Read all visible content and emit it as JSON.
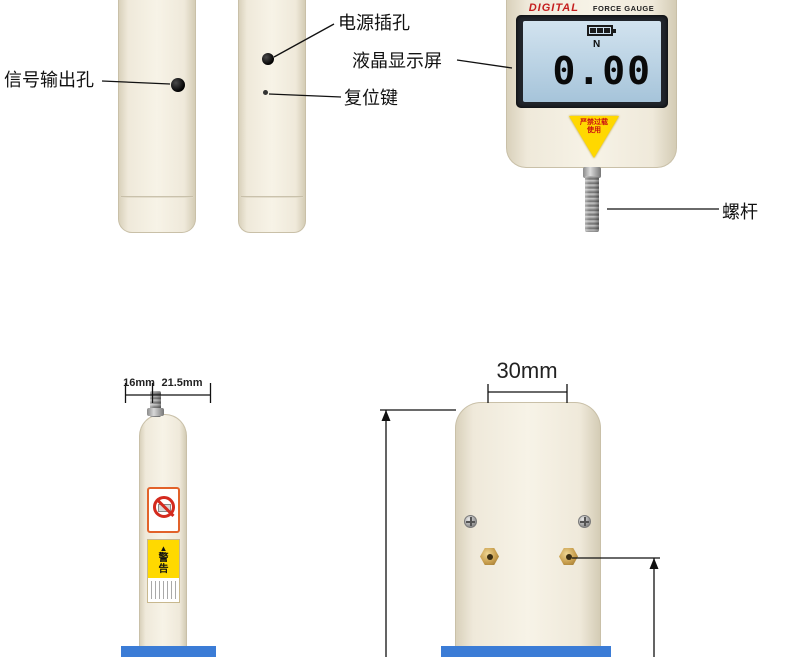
{
  "callouts": {
    "power_socket": "电源插孔",
    "lcd_screen": "液晶显示屏",
    "reset_key": "复位键",
    "signal_output": "信号输出孔",
    "screw_rod": "螺杆"
  },
  "gauge": {
    "brand_red": "DIGITAL",
    "brand_black": "FORCE GAUGE",
    "unit": "N",
    "reading": "0.00",
    "overload_line1": "严禁过载",
    "overload_line2": "使用"
  },
  "dimensions": {
    "screw_length": "16mm",
    "body_depth": "21.5mm",
    "hole_spacing": "30mm"
  },
  "stickers": {
    "warning_title": "警告"
  },
  "icons": {
    "warning_triangle": "▲",
    "battery_level": "battery-level-icon",
    "prohibition": "no-battery-prohibition-icon",
    "phillips_screw": "phillips-screw-icon",
    "hex_nut": "hex-nut-icon"
  },
  "colors": {
    "device_body": "#f3eedf",
    "lcd_screen_blue": "#b6d0e2",
    "lcd_bezel": "#21252b",
    "warning_yellow": "#ffd800",
    "brand_red": "#c51f1f",
    "prohibition_red": "#d42a1e",
    "sticker_orange": "#e2622a",
    "nut_gold": "#c79d4c",
    "platform_blue": "#3b7cd6"
  }
}
